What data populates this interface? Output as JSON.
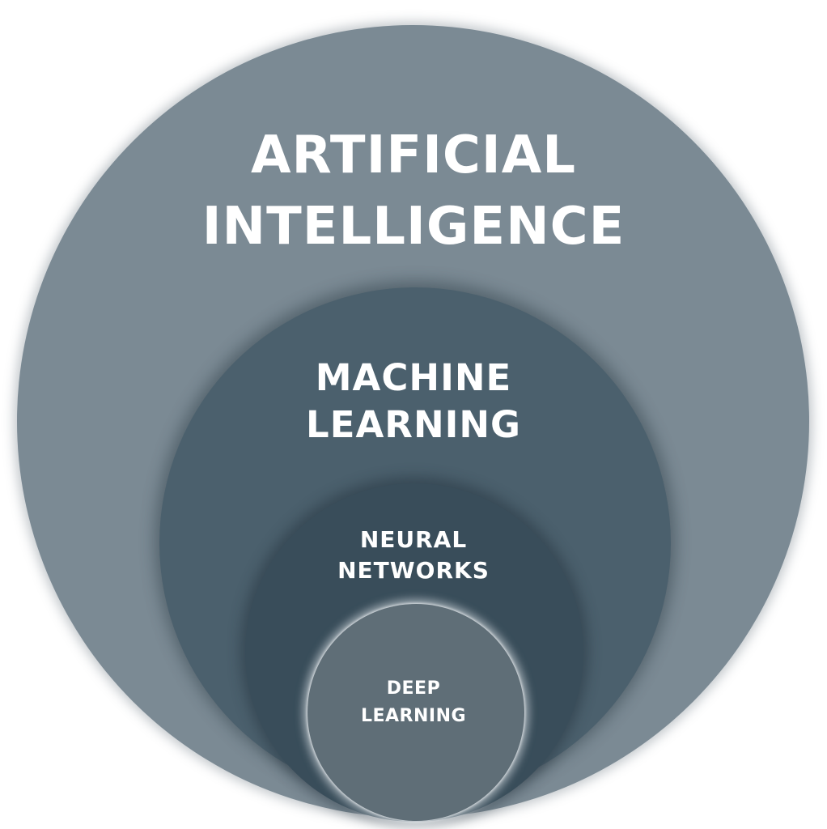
{
  "diagram": {
    "type": "nested-circles",
    "colors": {
      "background": "#ffffff",
      "artificial_intelligence": "#7b8a94",
      "machine_learning": "#4b606d",
      "neural_networks": "#394d5a",
      "deep_learning": "#5f6e77",
      "text": "#ffffff"
    },
    "levels": [
      {
        "id": "artificial_intelligence",
        "lines": [
          "ARTIFICIAL",
          "INTELLIGENCE"
        ]
      },
      {
        "id": "machine_learning",
        "lines": [
          "MACHINE",
          "LEARNING"
        ]
      },
      {
        "id": "neural_networks",
        "lines": [
          "NEURAL",
          "NETWORKS"
        ]
      },
      {
        "id": "deep_learning",
        "lines": [
          "DEEP",
          "LEARNING"
        ]
      }
    ]
  }
}
